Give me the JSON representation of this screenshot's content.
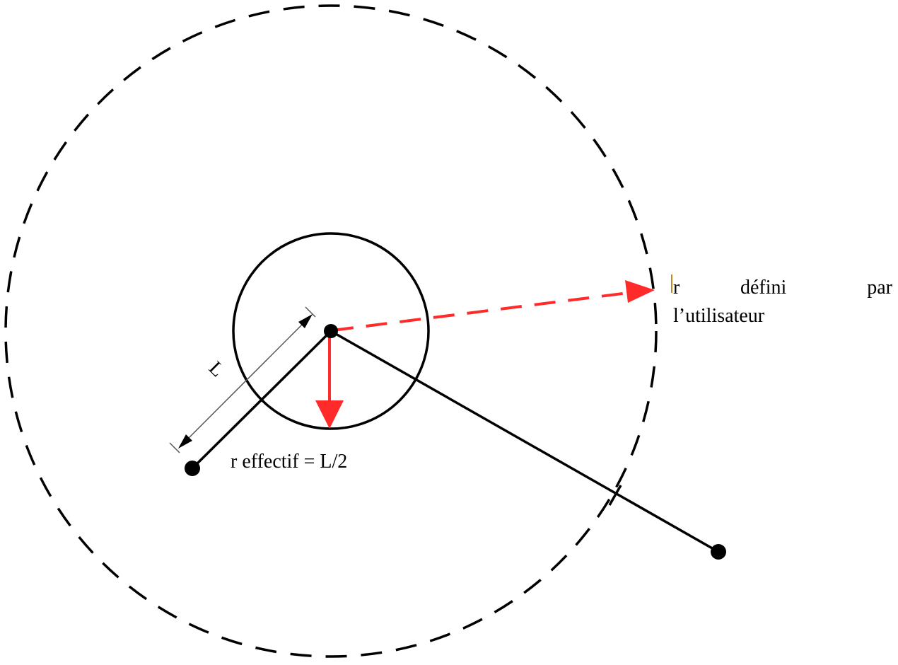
{
  "labels": {
    "length": "L",
    "effective_radius": "r effectif = L/2",
    "user_radius_line1_word1": "r",
    "user_radius_line1_word2": "défini",
    "user_radius_line1_word3": "par",
    "user_radius_line2": "l’utilisateur"
  },
  "colors": {
    "line": "#000000",
    "accent": "#ff2a2a",
    "dimension": "#555555",
    "background": "#ffffff"
  }
}
